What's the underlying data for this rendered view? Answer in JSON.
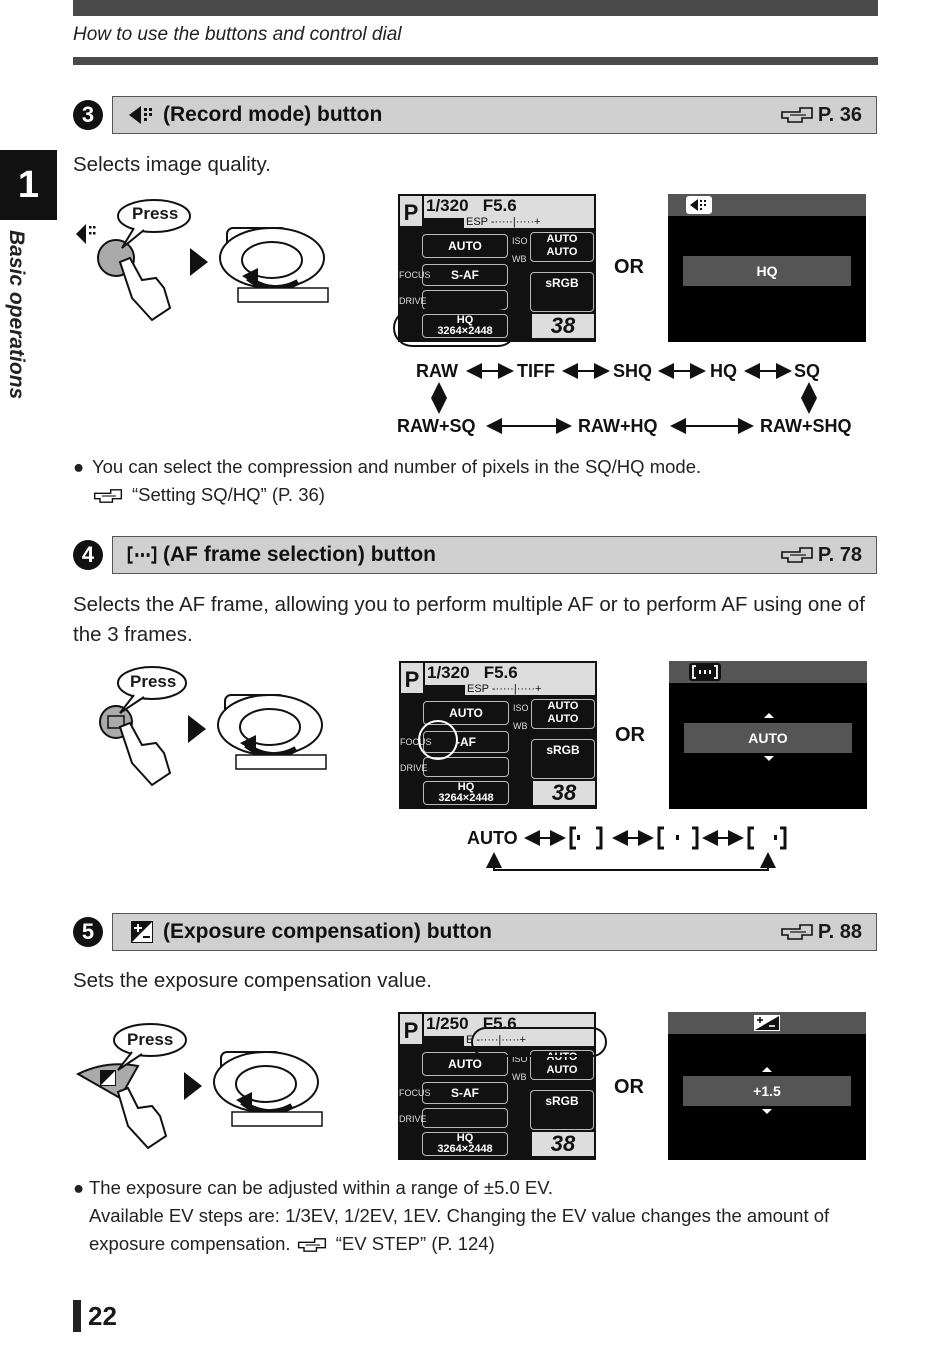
{
  "header": {
    "subtitle": "How to use the buttons and control dial"
  },
  "chapter": {
    "number": "1",
    "label": "Basic operations"
  },
  "sections": [
    {
      "number": "3",
      "title": "(Record mode) button",
      "ref": "P. 36",
      "description": "Selects image quality.",
      "press_label": "Press",
      "lcd": {
        "mode": "P",
        "shutter": "1/320",
        "aperture": "F5.6",
        "esp": "ESP",
        "af": "S-AF",
        "iso": "AUTO",
        "wb": "AUTO",
        "color": "sRGB",
        "quality": "HQ",
        "size": "3264×2448",
        "shots": "38",
        "focus_label": "FOCUS",
        "drive_label": "DRIVE",
        "iso_label": "ISO",
        "wb_label": "WB",
        "flash_cell": "AUTO"
      },
      "or_label": "OR",
      "menu_value": "HQ",
      "flow_row1": [
        "RAW",
        "TIFF",
        "SHQ",
        "HQ",
        "SQ"
      ],
      "flow_row2": [
        "RAW+SQ",
        "RAW+HQ",
        "RAW+SHQ"
      ],
      "note": "You can select the compression and number of pixels in the SQ/HQ mode.",
      "note_ref": "“Setting SQ/HQ” (P. 36)"
    },
    {
      "number": "4",
      "title": "(AF frame selection) button",
      "ref": "P. 78",
      "description": "Selects the AF frame, allowing you to perform multiple AF or to perform AF using one of the 3 frames.",
      "press_label": "Press",
      "lcd": {
        "mode": "P",
        "shutter": "1/320",
        "aperture": "F5.6",
        "esp": "ESP",
        "af": "-AF",
        "iso": "AUTO",
        "wb": "AUTO",
        "color": "sRGB",
        "quality": "HQ",
        "size": "3264×2448",
        "shots": "38",
        "focus_label": "FOCUS",
        "drive_label": "DRIVE",
        "iso_label": "ISO",
        "wb_label": "WB",
        "flash_cell": "AUTO"
      },
      "or_label": "OR",
      "menu_value": "AUTO",
      "flow_start": "AUTO"
    },
    {
      "number": "5",
      "title": "(Exposure compensation) button",
      "ref": "P. 88",
      "description": "Sets the exposure compensation value.",
      "press_label": "Press",
      "lcd": {
        "mode": "P",
        "shutter": "1/250",
        "aperture": "F5.6",
        "esp": "E",
        "af": "S-AF",
        "iso": "AUTO",
        "wb": "AUTO",
        "color": "sRGB",
        "quality": "HQ",
        "size": "3264×2448",
        "shots": "38",
        "focus_label": "FOCUS",
        "drive_label": "DRIVE",
        "iso_label": "ISO",
        "wb_label": "WB",
        "flash_cell": "AUTO"
      },
      "or_label": "OR",
      "menu_value": "+1.5",
      "note_line1": "The exposure can be adjusted within a range of ±5.0 EV.",
      "note_line2": "Available EV steps are: 1/3EV, 1/2EV, 1EV. Changing the EV value changes the amount of",
      "note_line3_pre": "exposure compensation.",
      "note_line3_ref": "“EV STEP” (P. 124)"
    }
  ],
  "footer": {
    "page_number": "22"
  }
}
